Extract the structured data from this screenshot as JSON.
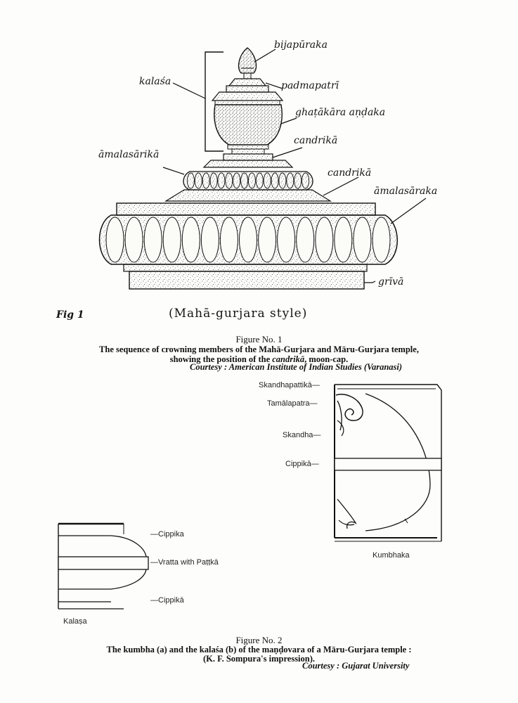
{
  "figure1": {
    "labels": {
      "bijapuraka": "bijapūraka",
      "kalasa": "kalaśa",
      "padmapatri": "padmapatrī",
      "ghatakara": "ghaṭākāra aṇḍaka",
      "candrika_upper": "candrikā",
      "amalasarika": "āmalasārikā",
      "candrika_lower": "candrikā",
      "amalasaraka": "āmalasāraka",
      "griva": "grīvā"
    },
    "fig_tag": "Fig 1",
    "style_note": "(Mahā-gurjara style)",
    "caption_title": "Figure No. 1",
    "caption_line1": "The sequence of crowning members of the Mahā-Gurjara and Māru-Gurjara temple,",
    "caption_line2_pre": "showing the position of the ",
    "caption_line2_italic": "candrikā",
    "caption_line2_post": ", moon-cap.",
    "courtesy": "Courtesy : American Institute of Indian Studies (Varanasi)"
  },
  "figure2": {
    "kumbha_labels": {
      "skandhapattika": "Skandhapattikā—",
      "tamalapatra": "Tamālapatra—",
      "skandha": "Skandha—",
      "cippika": "Cippikā—",
      "kumbhaka": "Kumbhaka"
    },
    "kalasa_labels": {
      "cippika_top": "—Cippika",
      "vratta": "—Vratta with Paṭṭkā",
      "cippika_bottom": "—Cippikā",
      "kalasa": "Kalaṣa"
    },
    "caption_title": "Figure No. 2",
    "caption_line1": "The kumbha (a) and the kalaśa (b) of the maṇḍovara of a Māru-Gurjara temple :",
    "caption_line2": "(K. F. Sompura's impression).",
    "courtesy": "Courtesy : Gujarat University"
  }
}
